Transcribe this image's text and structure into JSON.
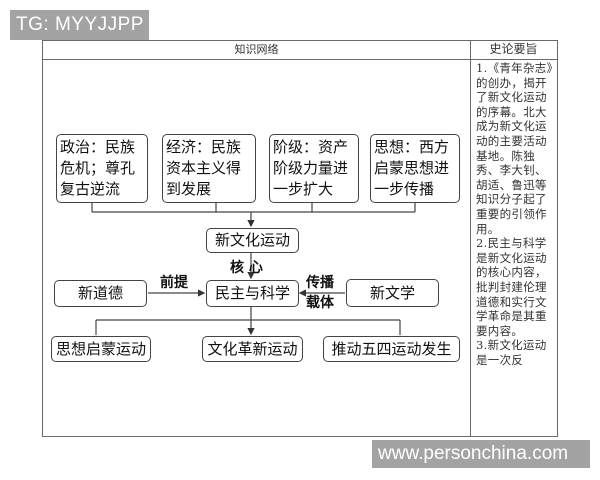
{
  "watermarks": {
    "top_left": "TG: MYYJJPP",
    "bottom_right": "www.personchina.com"
  },
  "table": {
    "header_left": "知识网络",
    "header_right": "史论要旨",
    "side_text": [
      "1.《青年杂志》的创办，揭开了新文化运动的序幕。北大成为新文化运动的主要活动基地。陈独秀、李大钊、胡适、鲁迅等知识分子起了重要的引领作用。",
      "2.民主与科学是新文化运动的核心内容，批判封建伦理道德和实行文学革命是其重要内容。",
      "3.新文化运动是一次反"
    ]
  },
  "diagram": {
    "causes": [
      "政治：民族危机；尊孔复古逆流",
      "经济：民族资本主义得到发展",
      "阶级：资产阶级力量进一步扩大",
      "思想：西方启蒙思想进一步传播"
    ],
    "movement": "新文化运动",
    "core_label": "核 心",
    "core": "民主与科学",
    "left_node": "新道德",
    "left_edge_label": "前提",
    "right_node": "新文学",
    "right_edge_label_1": "传播",
    "right_edge_label_2": "载体",
    "outcomes": [
      "思想启蒙运动",
      "文化革新运动",
      "推动五四运动发生"
    ]
  }
}
